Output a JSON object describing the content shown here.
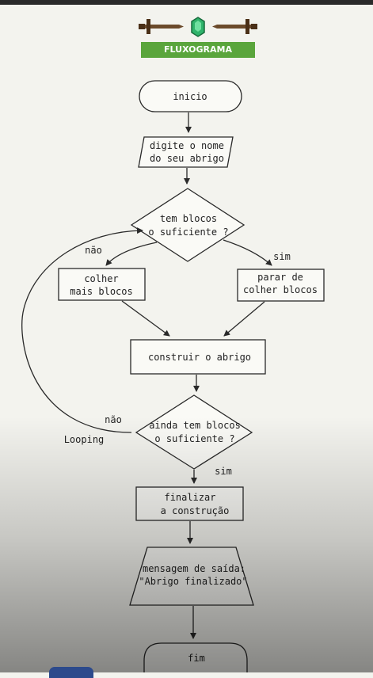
{
  "header": {
    "banner_text": "FLUXOGRAMA",
    "left_icon": "sword-icon",
    "center_icon": "emerald-icon",
    "right_icon": "sword-icon"
  },
  "flowchart": {
    "start": "inicio",
    "input_line1": "digite o nome",
    "input_line2": "do seu abrigo",
    "decision1_line1": "tem blocos",
    "decision1_line2": "o suficiente ?",
    "no1": "não",
    "yes1": "sim",
    "collect_line1": "colher",
    "collect_line2": "mais blocos",
    "stop_line1": "parar de",
    "stop_line2": "colher blocos",
    "build": "construir o abrigo",
    "decision2_line1": "ainda tem blocos",
    "decision2_line2": "o suficiente ?",
    "no2": "não",
    "loop_label": "Looping",
    "yes2": "sim",
    "finish_line1": "finalizar",
    "finish_line2": "a construção",
    "output_line1": "mensagem de saída:",
    "output_line2": "\"Abrigo finalizado\"",
    "end": "fim"
  },
  "colors": {
    "banner": "#5aa53c",
    "emerald": "#2fb36b",
    "sword": "#6b4a2b",
    "stroke": "#2a2a2a"
  }
}
